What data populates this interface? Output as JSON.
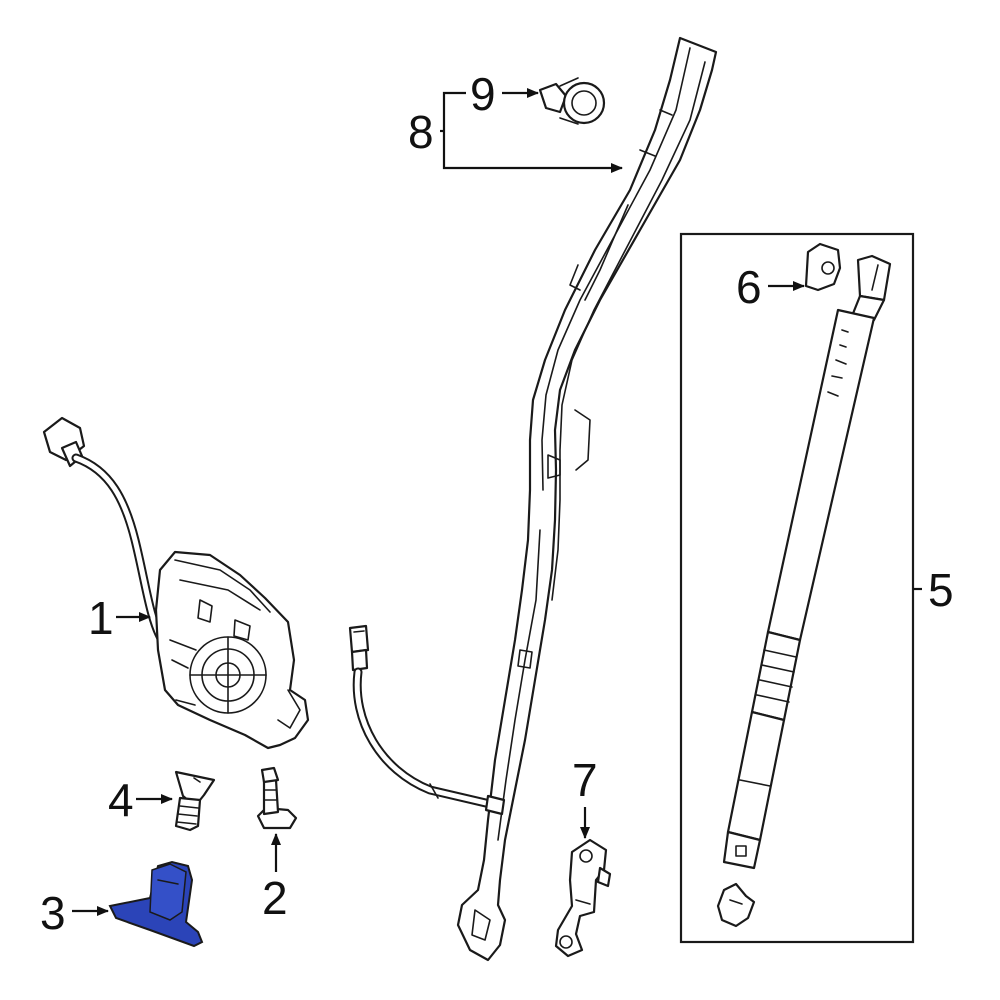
{
  "diagram": {
    "callouts": [
      {
        "id": "1",
        "label": "1"
      },
      {
        "id": "2",
        "label": "2"
      },
      {
        "id": "3",
        "label": "3"
      },
      {
        "id": "4",
        "label": "4"
      },
      {
        "id": "5",
        "label": "5"
      },
      {
        "id": "6",
        "label": "6"
      },
      {
        "id": "7",
        "label": "7"
      },
      {
        "id": "8",
        "label": "8"
      },
      {
        "id": "9",
        "label": "9"
      }
    ],
    "highlight_color": "#2B44B8",
    "line_color": "#1a1a1a"
  }
}
